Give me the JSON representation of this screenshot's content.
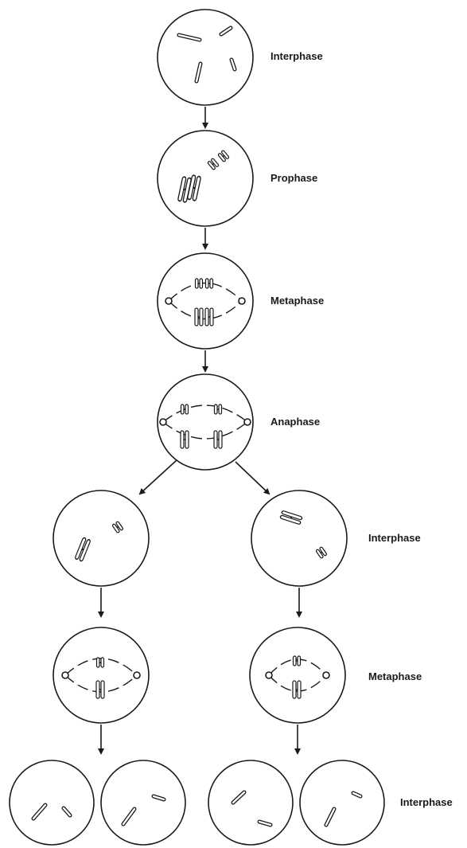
{
  "labels": {
    "interphase_top": "Interphase",
    "prophase": "Prophase",
    "metaphase_top": "Metaphase",
    "anaphase": "Anaphase",
    "interphase_mid": "Interphase",
    "metaphase_bottom": "Metaphase",
    "interphase_bottom": "Interphase"
  },
  "colors": {
    "ink": "#1a1a1a",
    "background": "#ffffff"
  }
}
